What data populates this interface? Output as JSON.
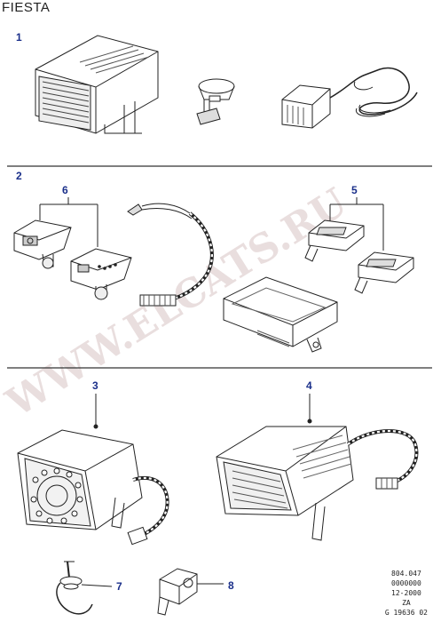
{
  "title": "FIESTA",
  "watermark": "WWW.ELCATS.RU",
  "sections": [
    {
      "label": "1"
    },
    {
      "label": "2"
    },
    {
      "label": "3"
    },
    {
      "label": "4"
    }
  ],
  "callouts": [
    {
      "label": "6"
    },
    {
      "label": "5"
    },
    {
      "label": "7"
    },
    {
      "label": "8"
    }
  ],
  "reference": [
    "804.047",
    "0000000",
    "12-2000",
    "ZA",
    "G 19636 02"
  ],
  "colors": {
    "divider": "#333333",
    "callout": "#1a2f8a",
    "line": "#222222"
  }
}
